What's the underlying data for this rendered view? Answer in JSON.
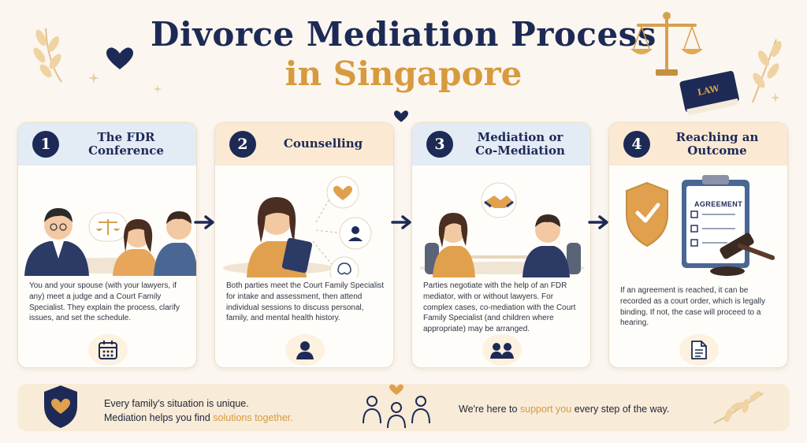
{
  "title": {
    "line1": "Divorce Mediation Process",
    "line2": "in Singapore"
  },
  "steps": [
    {
      "number": "1",
      "title": "The FDR\nConference",
      "body": "You and your spouse (with your lawyers, if any) meet a judge and a Court Family Specialist. They explain the process, clarify issues, and set the schedule.",
      "icon": "calendar-icon"
    },
    {
      "number": "2",
      "title": "Counselling",
      "body": "Both parties meet the Court Family Specialist for intake and assessment, then attend individual sessions to discuss personal, family, and mental health history.",
      "icon": "person-icon"
    },
    {
      "number": "3",
      "title": "Mediation or\nCo-Mediation",
      "body": "Parties negotiate with the help of an FDR mediator, with or without lawyers. For complex cases, co-mediation with the Court Family Specialist (and children where appropriate) may be arranged.",
      "icon": "two-people-icon"
    },
    {
      "number": "4",
      "title": "Reaching an\nOutcome",
      "body": "If an agreement is reached, it can be recorded as a court order, which is legally binding. If not, the case will proceed to a hearing.",
      "icon": "document-icon"
    }
  ],
  "agreement_label": "AGREEMENT",
  "book_label": "LAW",
  "footer": {
    "left_line1": "Every family's situation is unique.",
    "left_line2_prefix": "Mediation helps you find ",
    "left_line2_highlight": "solutions together.",
    "right_prefix": "We're here to ",
    "right_highlight": "support you",
    "right_suffix": " every step of the way."
  },
  "colors": {
    "navy": "#1d2a56",
    "gold": "#d79a3e",
    "background": "#fbf6ef",
    "header_blue": "#e3ebf5",
    "header_peach": "#fbe9d3"
  }
}
